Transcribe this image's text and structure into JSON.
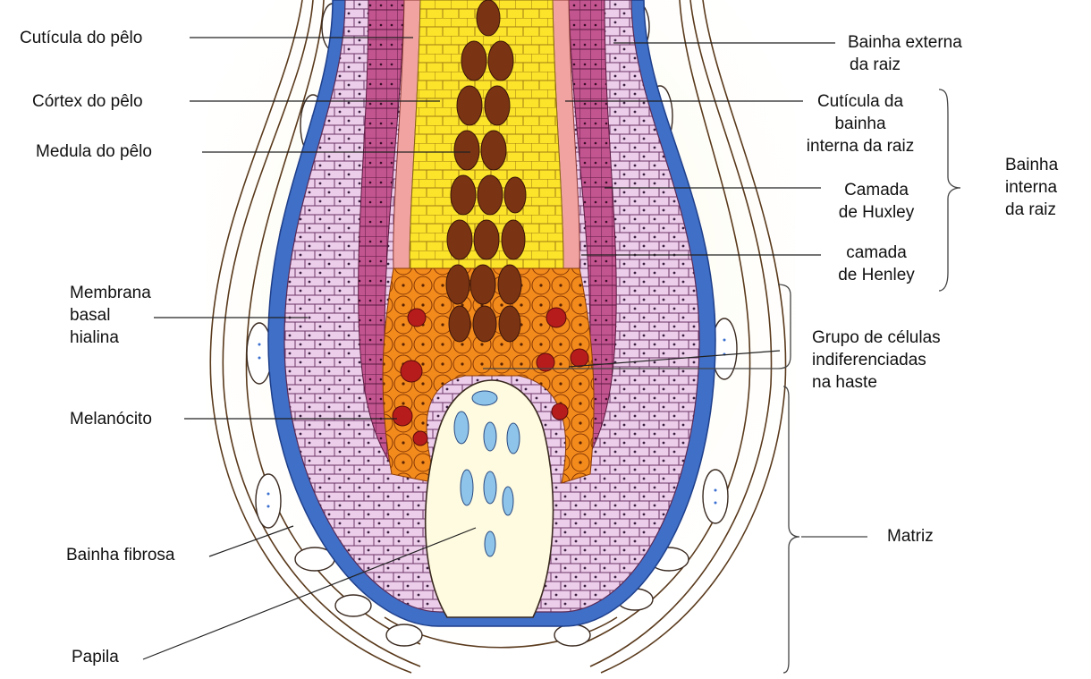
{
  "labels": {
    "left": {
      "cuticula_pelo": "Cutícula do pêlo",
      "cortex_pelo": "Córtex do pêlo",
      "medula_pelo": "Medula do pêlo",
      "membrana_basal": [
        "Membrana",
        "basal",
        "hialina"
      ],
      "melanocito": "Melanócito",
      "bainha_fibrosa": "Bainha fibrosa",
      "papila": "Papila"
    },
    "right": {
      "bainha_externa": [
        "Bainha externa",
        "da raiz"
      ],
      "cuticula_bainha": [
        "Cutícula da",
        "bainha",
        "interna da raiz"
      ],
      "camada_huxley": [
        "Camada",
        "de Huxley"
      ],
      "camada_henley": [
        "camada",
        "de Henley"
      ],
      "bainha_interna": [
        "Bainha",
        "interna",
        "da raiz"
      ],
      "grupo_celulas": [
        "Grupo de células",
        "indiferenciadas",
        "na haste"
      ],
      "matriz": "Matriz"
    }
  },
  "colors": {
    "background_glow": "#fbf3c8",
    "fibrous_sheath_line": "#5a3a1c",
    "basal_membrane": "#3f6fc7",
    "outer_root_sheath": "#eccdea",
    "henley_layer": "#c2548f",
    "huxley_layer": "#f0a3a0",
    "cortex": "#fbe42a",
    "medulla": "#7a3414",
    "undifferentiated_cells": "#f28a1c",
    "melanocyte": "#b71c1c",
    "papilla": "#fffbe0",
    "capillary": "#8ec4ea",
    "leader_line": "#222222"
  }
}
